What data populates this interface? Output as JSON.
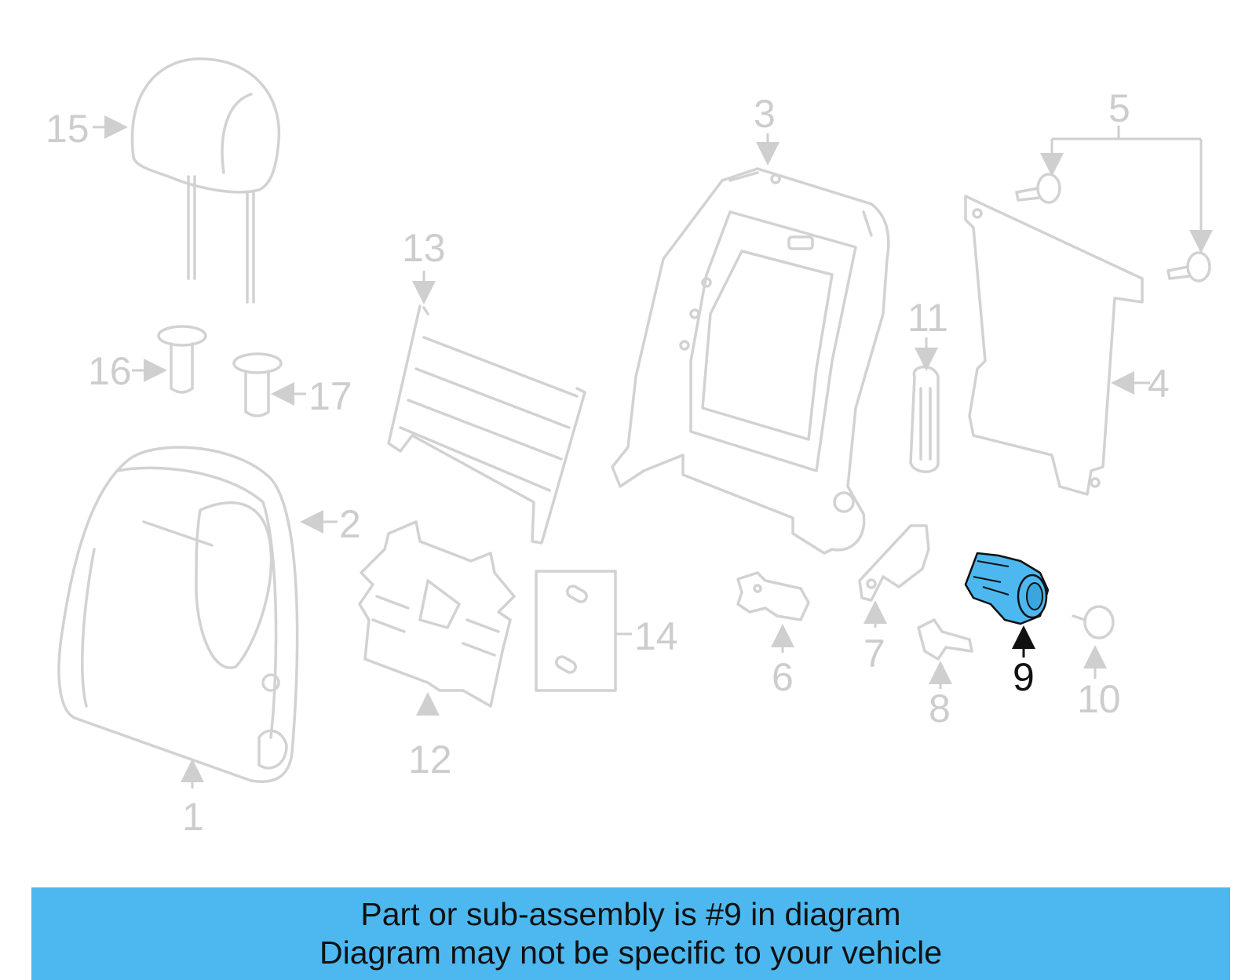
{
  "highlight": {
    "part_number": "9",
    "fill_color": "#4db8f0",
    "label_color": "#111111"
  },
  "part_label_color": "#cdcdcd",
  "callouts": {
    "p1": "1",
    "p2": "2",
    "p3": "3",
    "p4": "4",
    "p5": "5",
    "p6": "6",
    "p7": "7",
    "p8": "8",
    "p9": "9",
    "p10": "10",
    "p11": "11",
    "p12": "12",
    "p13": "13",
    "p14": "14",
    "p15": "15",
    "p16": "16",
    "p17": "17"
  },
  "caption": {
    "line1": "Part or sub-assembly is #9 in diagram",
    "line2": "Diagram may not be specific to your vehicle"
  }
}
